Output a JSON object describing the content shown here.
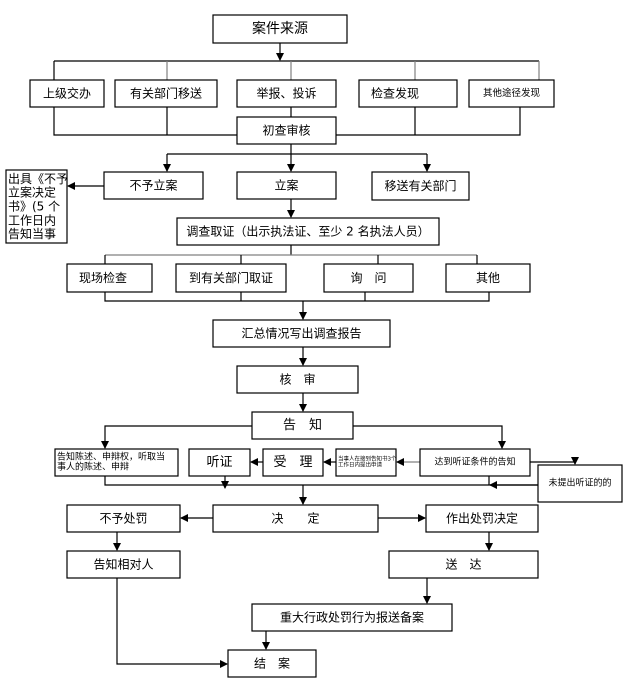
{
  "title": "行政处罚一般程序流程图",
  "nodes": {
    "source": "案件来源",
    "src_superior": "上级交办",
    "src_dept_transfer": "有关部门移送",
    "src_report": "举报、投诉",
    "src_inspection": "检查发现",
    "src_other": "其他途径发现",
    "preliminary_review": "初查审核",
    "no_filing": "不予立案",
    "filing": "立案",
    "transfer_dept": "移送有关部门",
    "no_filing_notice": [
      "出具《不予",
      "立案决定",
      "书》(5 个",
      "工作日内",
      "告知当事"
    ],
    "investigation": "调查取证（出示执法证、至少 2 名执法人员）",
    "inv_onsite": "现场检查",
    "inv_dept": "到有关部门取证",
    "inv_inquiry": "询　问",
    "inv_other": "其他",
    "summary_report": "汇总情况写出调查报告",
    "review": "核　审",
    "notify": "告　知",
    "notify_rights": [
      "告知陈述、申辩权，听取当",
      "事人的陈述、申辩"
    ],
    "hearing": "听证",
    "accept": "受　理",
    "hearing_apply": [
      "当事人在接到告知书3个",
      "工作日内提出申请"
    ],
    "hearing_notice": "达到听证条件的告知",
    "no_hearing_request": "未提出听证的的",
    "decision": "决　　定",
    "no_penalty": "不予处罚",
    "penalty_decision": "作出处罚决定",
    "notify_party": "告知相对人",
    "delivery": "送　达",
    "major_filing": "重大行政处罚行为报送备案",
    "close_case": "结　案"
  }
}
